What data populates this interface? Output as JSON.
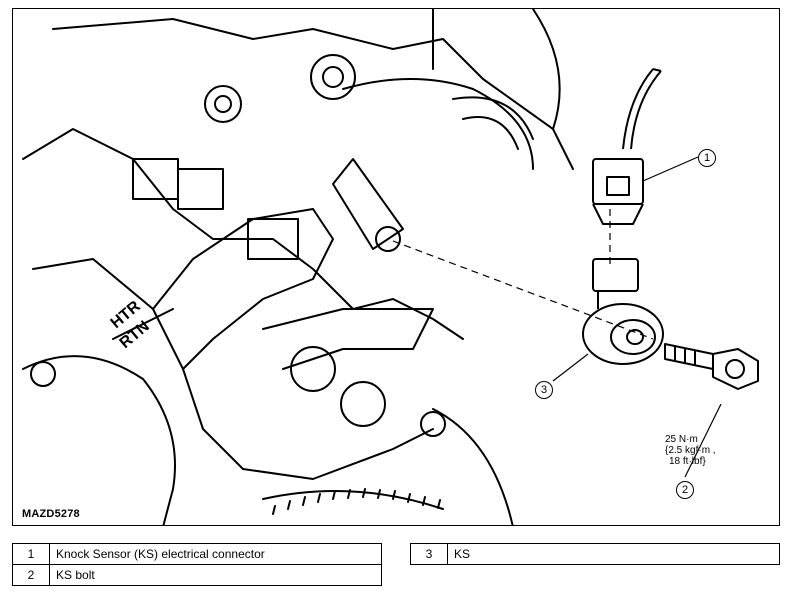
{
  "figure": {
    "id_label": "MAZD5278",
    "torque_spec": {
      "line1": "25 N·m",
      "line2": "{2.5 kgf·m ,",
      "line3": "18 ft·lbf}"
    },
    "callouts": [
      "1",
      "2",
      "3"
    ],
    "cast_text": [
      "HTR",
      "RTN"
    ]
  },
  "legend_left": [
    {
      "num": "1",
      "desc": "Knock Sensor (KS) electrical connector"
    },
    {
      "num": "2",
      "desc": "KS bolt"
    }
  ],
  "legend_right": [
    {
      "num": "3",
      "desc": "KS"
    }
  ]
}
